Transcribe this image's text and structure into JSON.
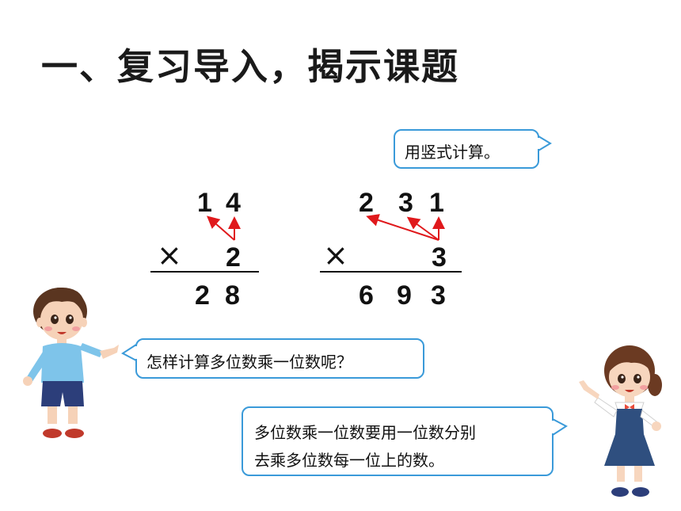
{
  "title": "一、复习导入，揭示课题",
  "bubbles": {
    "top": "用竖式计算。",
    "boy": "怎样计算多位数乘一位数呢？",
    "girl_line1": "多位数乘一位数要用一位数分别",
    "girl_line2": "去乘多位数每一位上的数。"
  },
  "calc1": {
    "multiplicand": [
      "1",
      "4"
    ],
    "sign": "×",
    "multiplier": "2",
    "product": [
      "2",
      "8"
    ]
  },
  "calc2": {
    "multiplicand": [
      "2",
      "3",
      "1"
    ],
    "sign": "×",
    "multiplier": "3",
    "product": [
      "6",
      "9",
      "3"
    ]
  },
  "colors": {
    "bubble_border": "#3a9ad9",
    "arrow": "#e0191c"
  },
  "icons": [
    "boy-character-icon",
    "girl-character-icon"
  ]
}
